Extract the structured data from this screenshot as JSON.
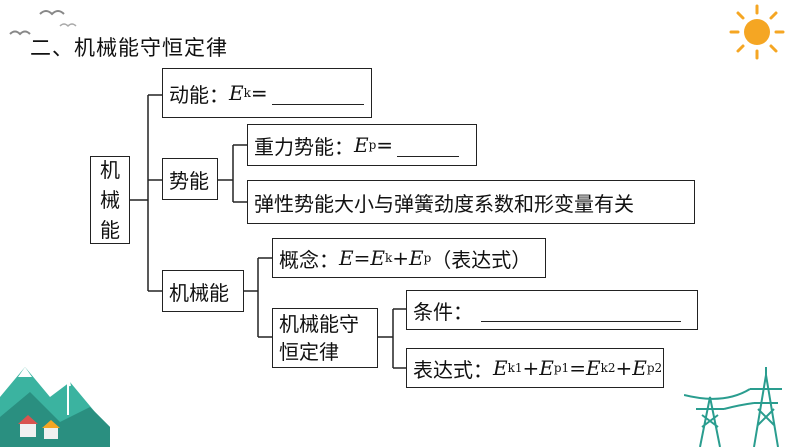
{
  "title": "二、机械能守恒定律",
  "root": {
    "chars": [
      "机",
      "械",
      "能"
    ]
  },
  "kinetic": {
    "label": "动能：",
    "symbol": "E",
    "sub": "k",
    "eq": "="
  },
  "potential": {
    "label": "势能",
    "gravity": {
      "label": "重力势能：",
      "symbol": "E",
      "sub": "p",
      "eq": "="
    },
    "elastic": {
      "text": "弹性势能大小与弹簧劲度系数和形变量有关"
    }
  },
  "mech": {
    "label": "机械能",
    "concept": {
      "label": "概念：",
      "formula": "E=E",
      "sub1": "k",
      "plus": "+E",
      "sub2": "p",
      "note": "（表达式）"
    },
    "conservation": {
      "line1": "机械能守",
      "line2": "恒定律",
      "condition": {
        "label": "条件："
      },
      "expression": {
        "label": "表达式：",
        "e1": "E",
        "s1": "k1",
        "e2": "+E",
        "s2": "p1",
        "e3": "=E",
        "s3": "k2",
        "e4": "+E",
        "s4": "p2"
      }
    }
  },
  "colors": {
    "line": "#222222",
    "sun": "#f5a623",
    "tower": "#2a9d8f",
    "hill": "#3bb3a0"
  }
}
